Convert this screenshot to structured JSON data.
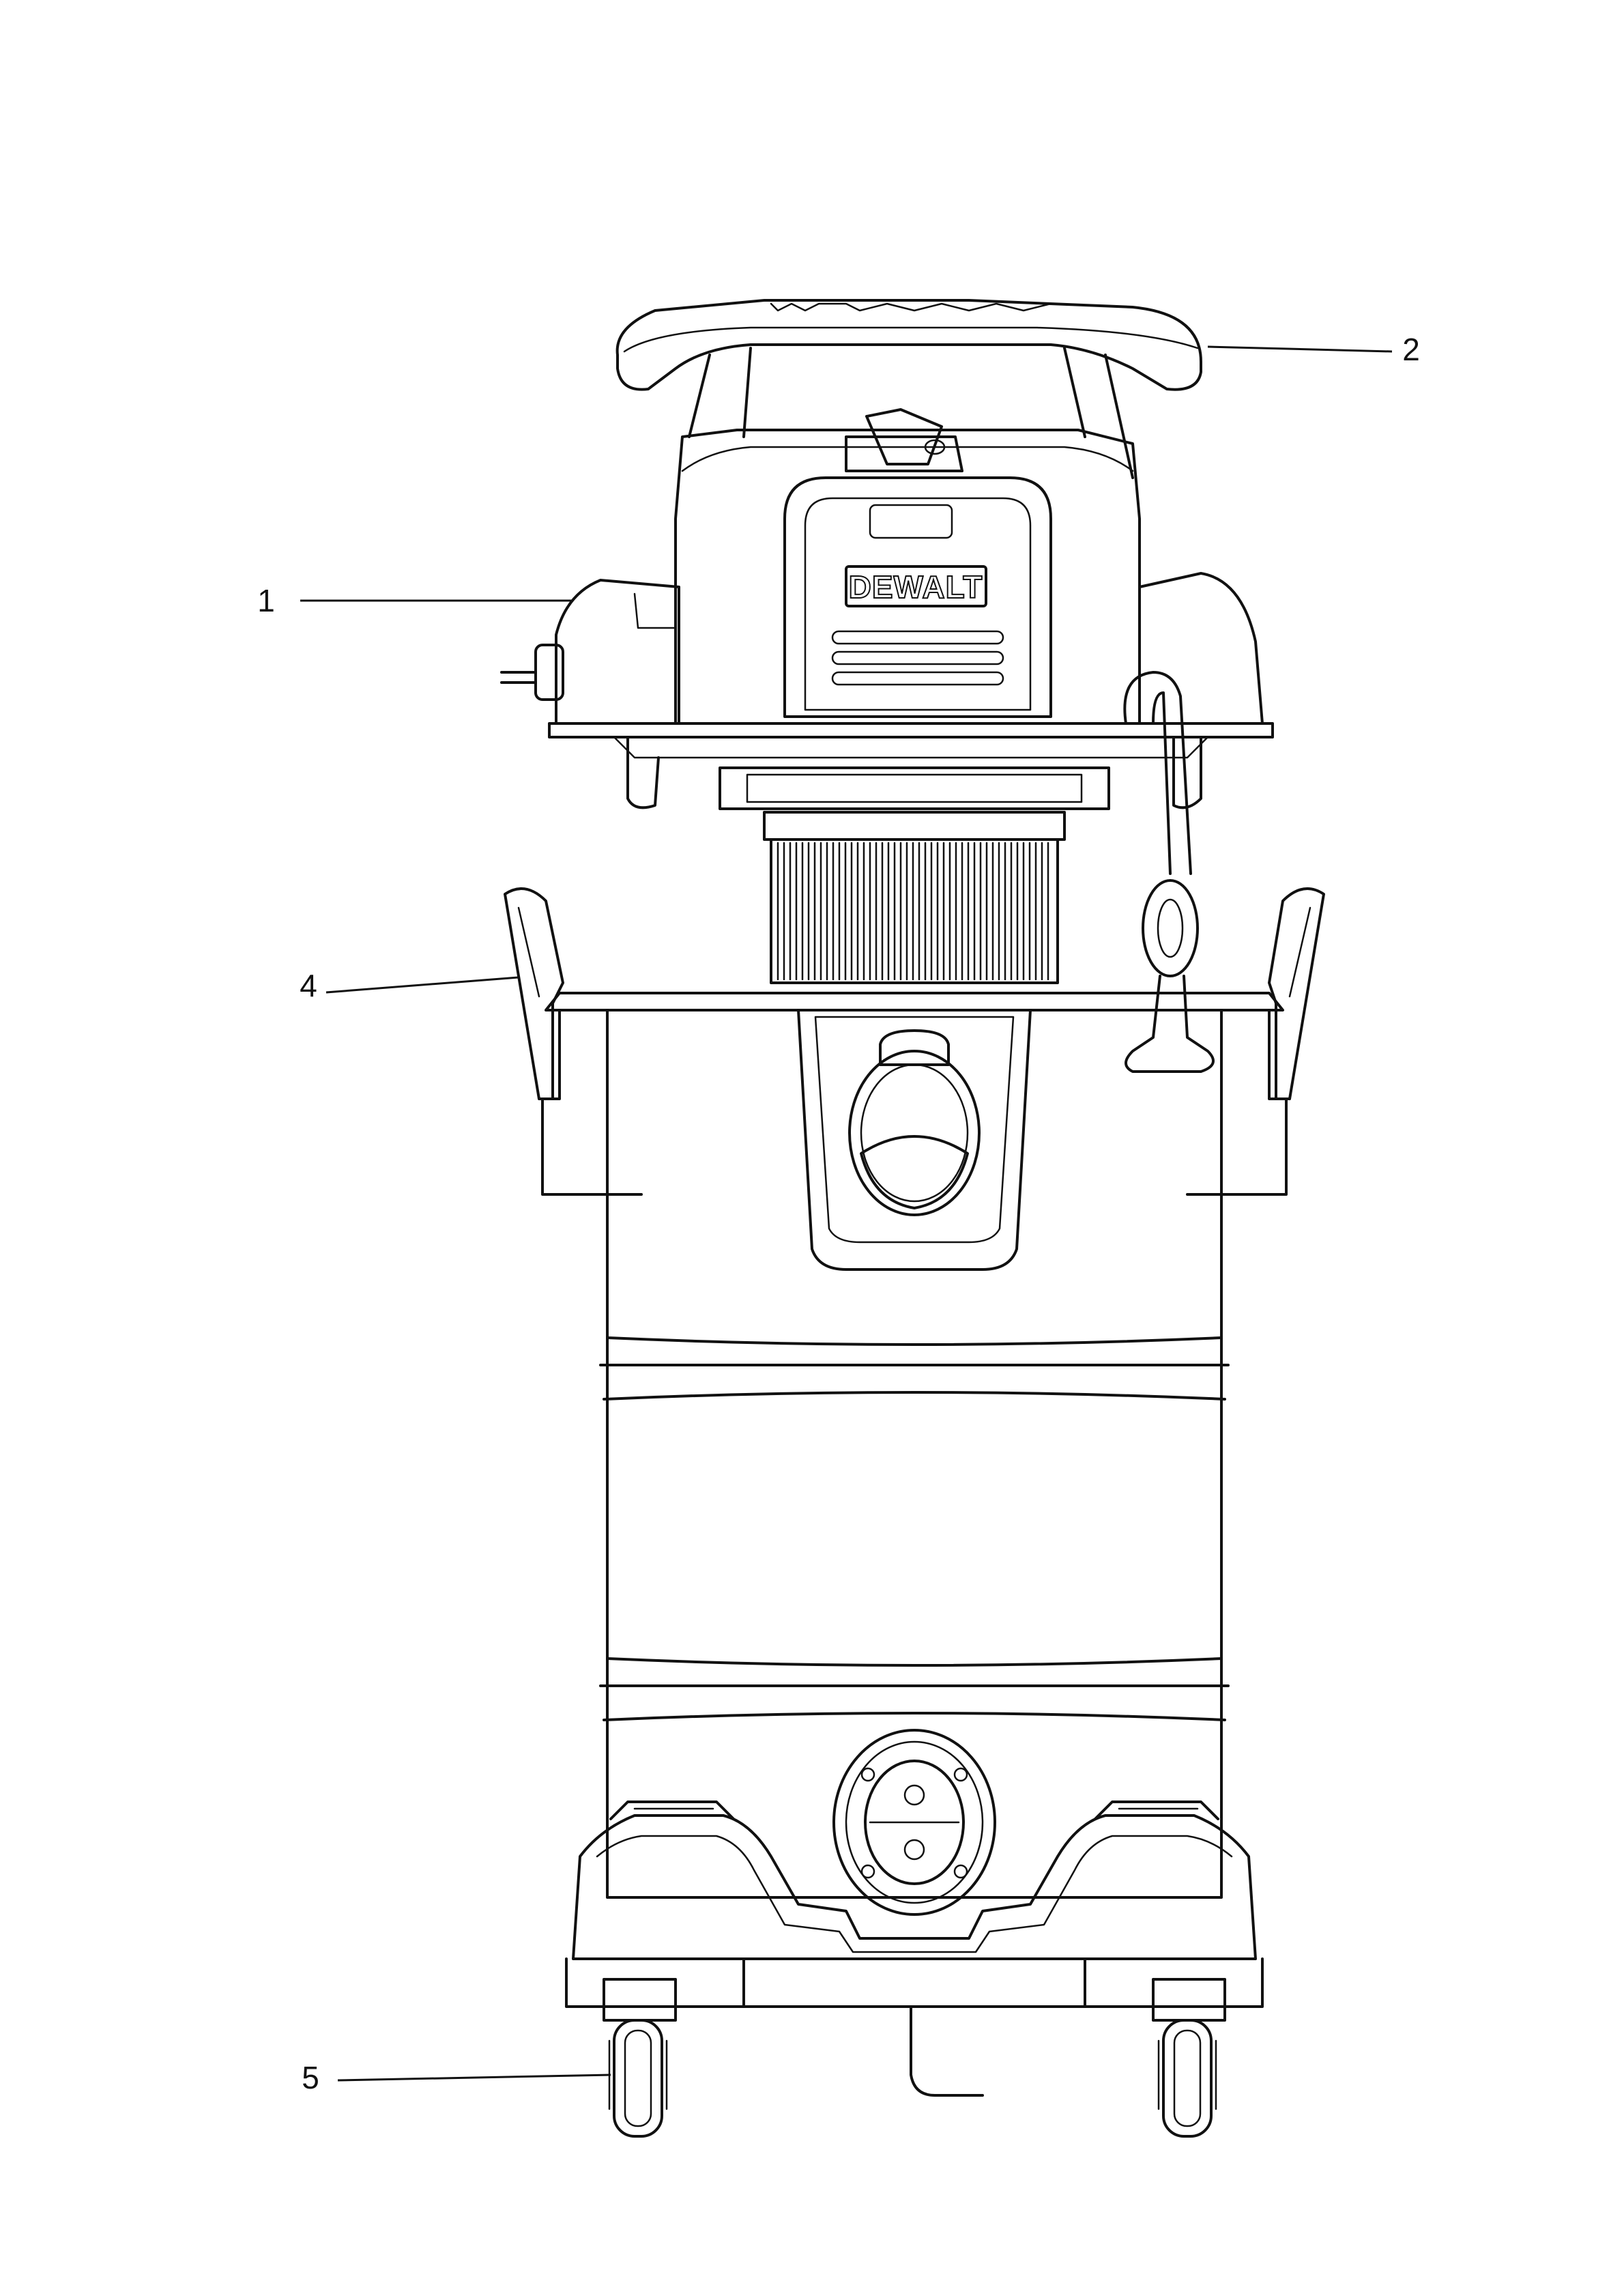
{
  "diagram": {
    "brand_logo": "DEWALT",
    "callouts": [
      {
        "id": "1",
        "label": "1"
      },
      {
        "id": "2",
        "label": "2"
      },
      {
        "id": "4",
        "label": "4"
      },
      {
        "id": "5",
        "label": "5"
      }
    ]
  }
}
